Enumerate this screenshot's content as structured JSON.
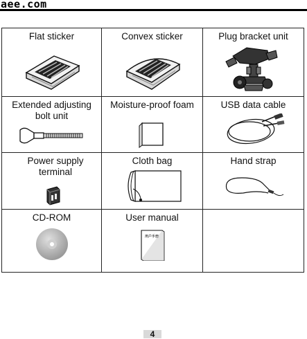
{
  "header": {
    "brand": "aee.com"
  },
  "items": [
    {
      "label": "Flat sticker",
      "icon": "flat-sticker-icon"
    },
    {
      "label": "Convex sticker",
      "icon": "convex-sticker-icon"
    },
    {
      "label": "Plug bracket unit",
      "icon": "plug-bracket-icon"
    },
    {
      "label": "Extended adjusting bolt unit",
      "icon": "adjusting-bolt-icon"
    },
    {
      "label": "Moisture-proof foam",
      "icon": "moisture-foam-icon"
    },
    {
      "label": "USB data cable",
      "icon": "usb-cable-icon"
    },
    {
      "label": "Power supply terminal",
      "icon": "power-adapter-icon"
    },
    {
      "label": "Cloth bag",
      "icon": "cloth-bag-icon"
    },
    {
      "label": "Hand strap",
      "icon": "hand-strap-icon"
    },
    {
      "label": "CD-ROM",
      "icon": "cd-rom-icon"
    },
    {
      "label": "User manual",
      "icon": "user-manual-icon",
      "cover_text": "用户手册"
    }
  ],
  "footer": {
    "page_number": "4"
  }
}
